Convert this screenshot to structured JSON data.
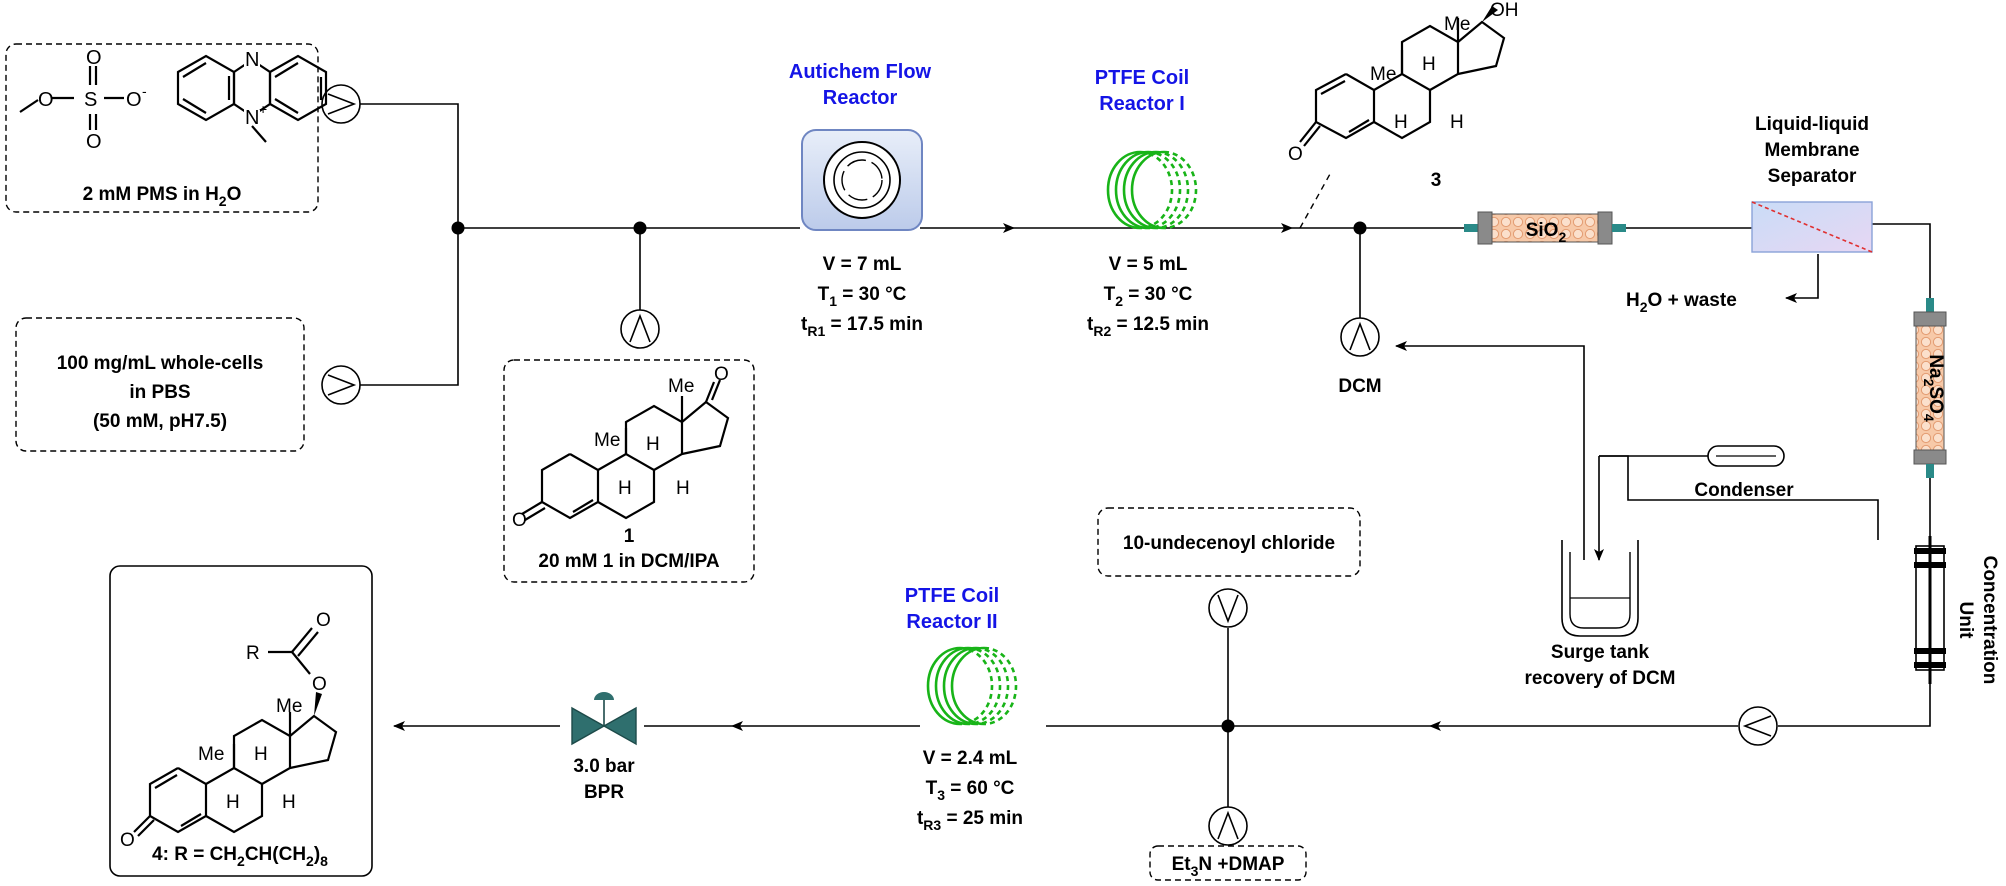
{
  "feeds": {
    "pms": "2 mM PMS in H",
    "pms_sub": "2",
    "pms_tail": "O",
    "cells_line1": "100 mg/mL whole-cells",
    "cells_line2": "in PBS",
    "cells_line3": "(50 mM, pH7.5)",
    "substrate_number": "1",
    "substrate_desc": "20 mM 1 in DCM/IPA",
    "acyl": "10-undecenoyl chloride",
    "base_a": "Et",
    "base_sub": "3",
    "base_b": "N +DMAP",
    "dcm": "DCM"
  },
  "reactors": {
    "autichem_line1": "Autichem Flow",
    "autichem_line2": "Reactor",
    "autichem_v": "V = 7 mL",
    "autichem_t": "T",
    "autichem_t_sub": "1",
    "autichem_t_val": " = 30 °C",
    "autichem_tr": "t",
    "autichem_tr_sub": "R1",
    "autichem_tr_val": " = 17.5 min",
    "coil1_line1": "PTFE Coil",
    "coil1_line2": "Reactor I",
    "coil1_v": "V = 5 mL",
    "coil1_t": "T",
    "coil1_t_sub": "2",
    "coil1_t_val": " = 30 °C",
    "coil1_tr": "t",
    "coil1_tr_sub": "R2",
    "coil1_tr_val": " = 12.5 min",
    "coil2_line1": "PTFE Coil",
    "coil2_line2": "Reactor II",
    "coil2_v": "V = 2.4 mL",
    "coil2_t": "T",
    "coil2_t_sub": "3",
    "coil2_t_val": " = 60 °C",
    "coil2_tr": "t",
    "coil2_tr_sub": "R3",
    "coil2_tr_val": " = 25 min"
  },
  "units": {
    "sio2": "SiO",
    "sio2_sub": "2",
    "separator_line1": "Liquid-liquid",
    "separator_line2": "Membrane",
    "separator_line3": "Separator",
    "waste": "H",
    "waste_sub": "2",
    "waste_tail": "O + waste",
    "na2so4_a": "Na",
    "na2so4_sub1": "2",
    "na2so4_b": "SO",
    "na2so4_sub2": "4",
    "condenser": "Condenser",
    "concentration_line1": "Concentration",
    "concentration_line2": "Unit",
    "surge_line1": "Surge tank",
    "surge_line2": "recovery of DCM",
    "bpr_line1": "3.0 bar",
    "bpr_line2": "BPR"
  },
  "molecules": {
    "n_atom": "N",
    "n_plus": "N",
    "n_plus_sign": "+",
    "s_atom": "S",
    "o_atom": "O",
    "o_minus": "O",
    "o_minus_sign": "-",
    "me": "Me",
    "h": "H",
    "oh": "OH",
    "compound3": "3",
    "r_group": "R",
    "product_label_a": "4: R = CH",
    "product_sub1": "2",
    "product_label_b": "CH(CH",
    "product_sub2": "2",
    "product_label_c": ")",
    "product_sub3": "8"
  }
}
